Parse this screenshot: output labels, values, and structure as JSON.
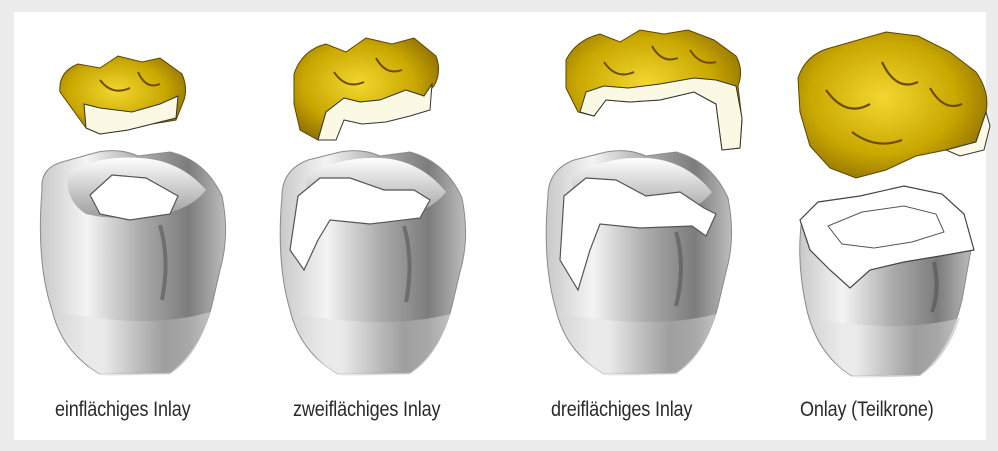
{
  "figure": {
    "colors": {
      "gold": "#c9a800",
      "gold_light": "#f2d730",
      "gold_dark": "#7a5c00",
      "cavity": "#fbf8e4",
      "tooth_light": "#f4f4f4",
      "tooth_mid": "#b9b9b9",
      "tooth_dark": "#5e5e5e"
    },
    "items": [
      {
        "caption": "einflächiges Inlay",
        "icon": "inlay-one-surface-icon"
      },
      {
        "caption": "zweiflächiges Inlay",
        "icon": "inlay-two-surface-icon"
      },
      {
        "caption": "dreiflächiges Inlay",
        "icon": "inlay-three-surface-icon"
      },
      {
        "caption": "Onlay (Teilkrone)",
        "icon": "onlay-partial-crown-icon"
      }
    ]
  }
}
